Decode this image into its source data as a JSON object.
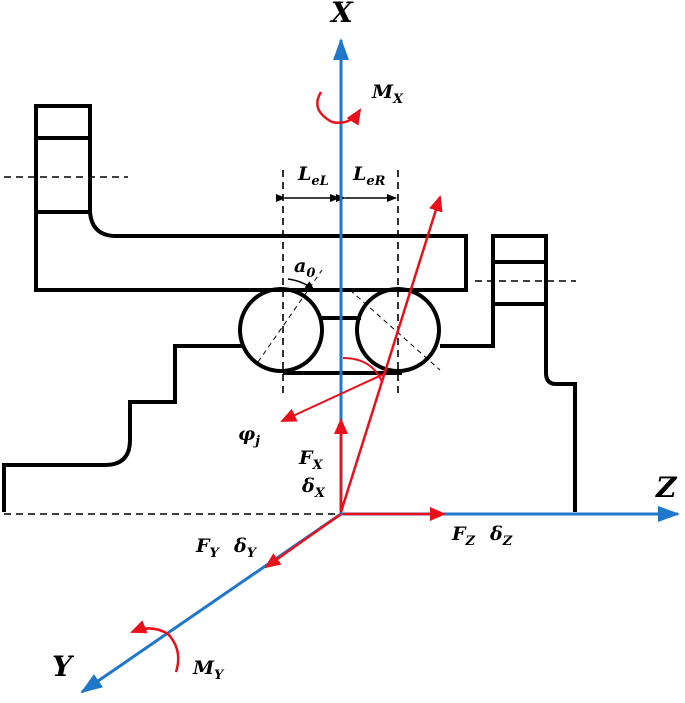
{
  "axes": {
    "x": {
      "letter": "X"
    },
    "y": {
      "letter": "Y"
    },
    "z": {
      "letter": "Z"
    }
  },
  "moments": {
    "mx": {
      "main": "M",
      "sub": "X"
    },
    "my": {
      "main": "M",
      "sub": "Y"
    }
  },
  "forces": {
    "fx": {
      "main": "F",
      "sub": "X"
    },
    "dx": {
      "main": "δ",
      "sub": "X"
    },
    "fy": {
      "main": "F",
      "sub": "Y"
    },
    "dy": {
      "main": "δ",
      "sub": "Y"
    },
    "fz": {
      "main": "F",
      "sub": "Z"
    },
    "dz": {
      "main": "δ",
      "sub": "Z"
    }
  },
  "dimensions": {
    "lel": {
      "main": "L",
      "sub": "eL"
    },
    "ler": {
      "main": "L",
      "sub": "eR"
    },
    "a0": {
      "main": "a",
      "sub": "0"
    },
    "phij": {
      "main": "φ",
      "sub": "j"
    }
  },
  "colors": {
    "axis": "#1f77c9",
    "force": "#e8101a",
    "outline": "#000000"
  }
}
